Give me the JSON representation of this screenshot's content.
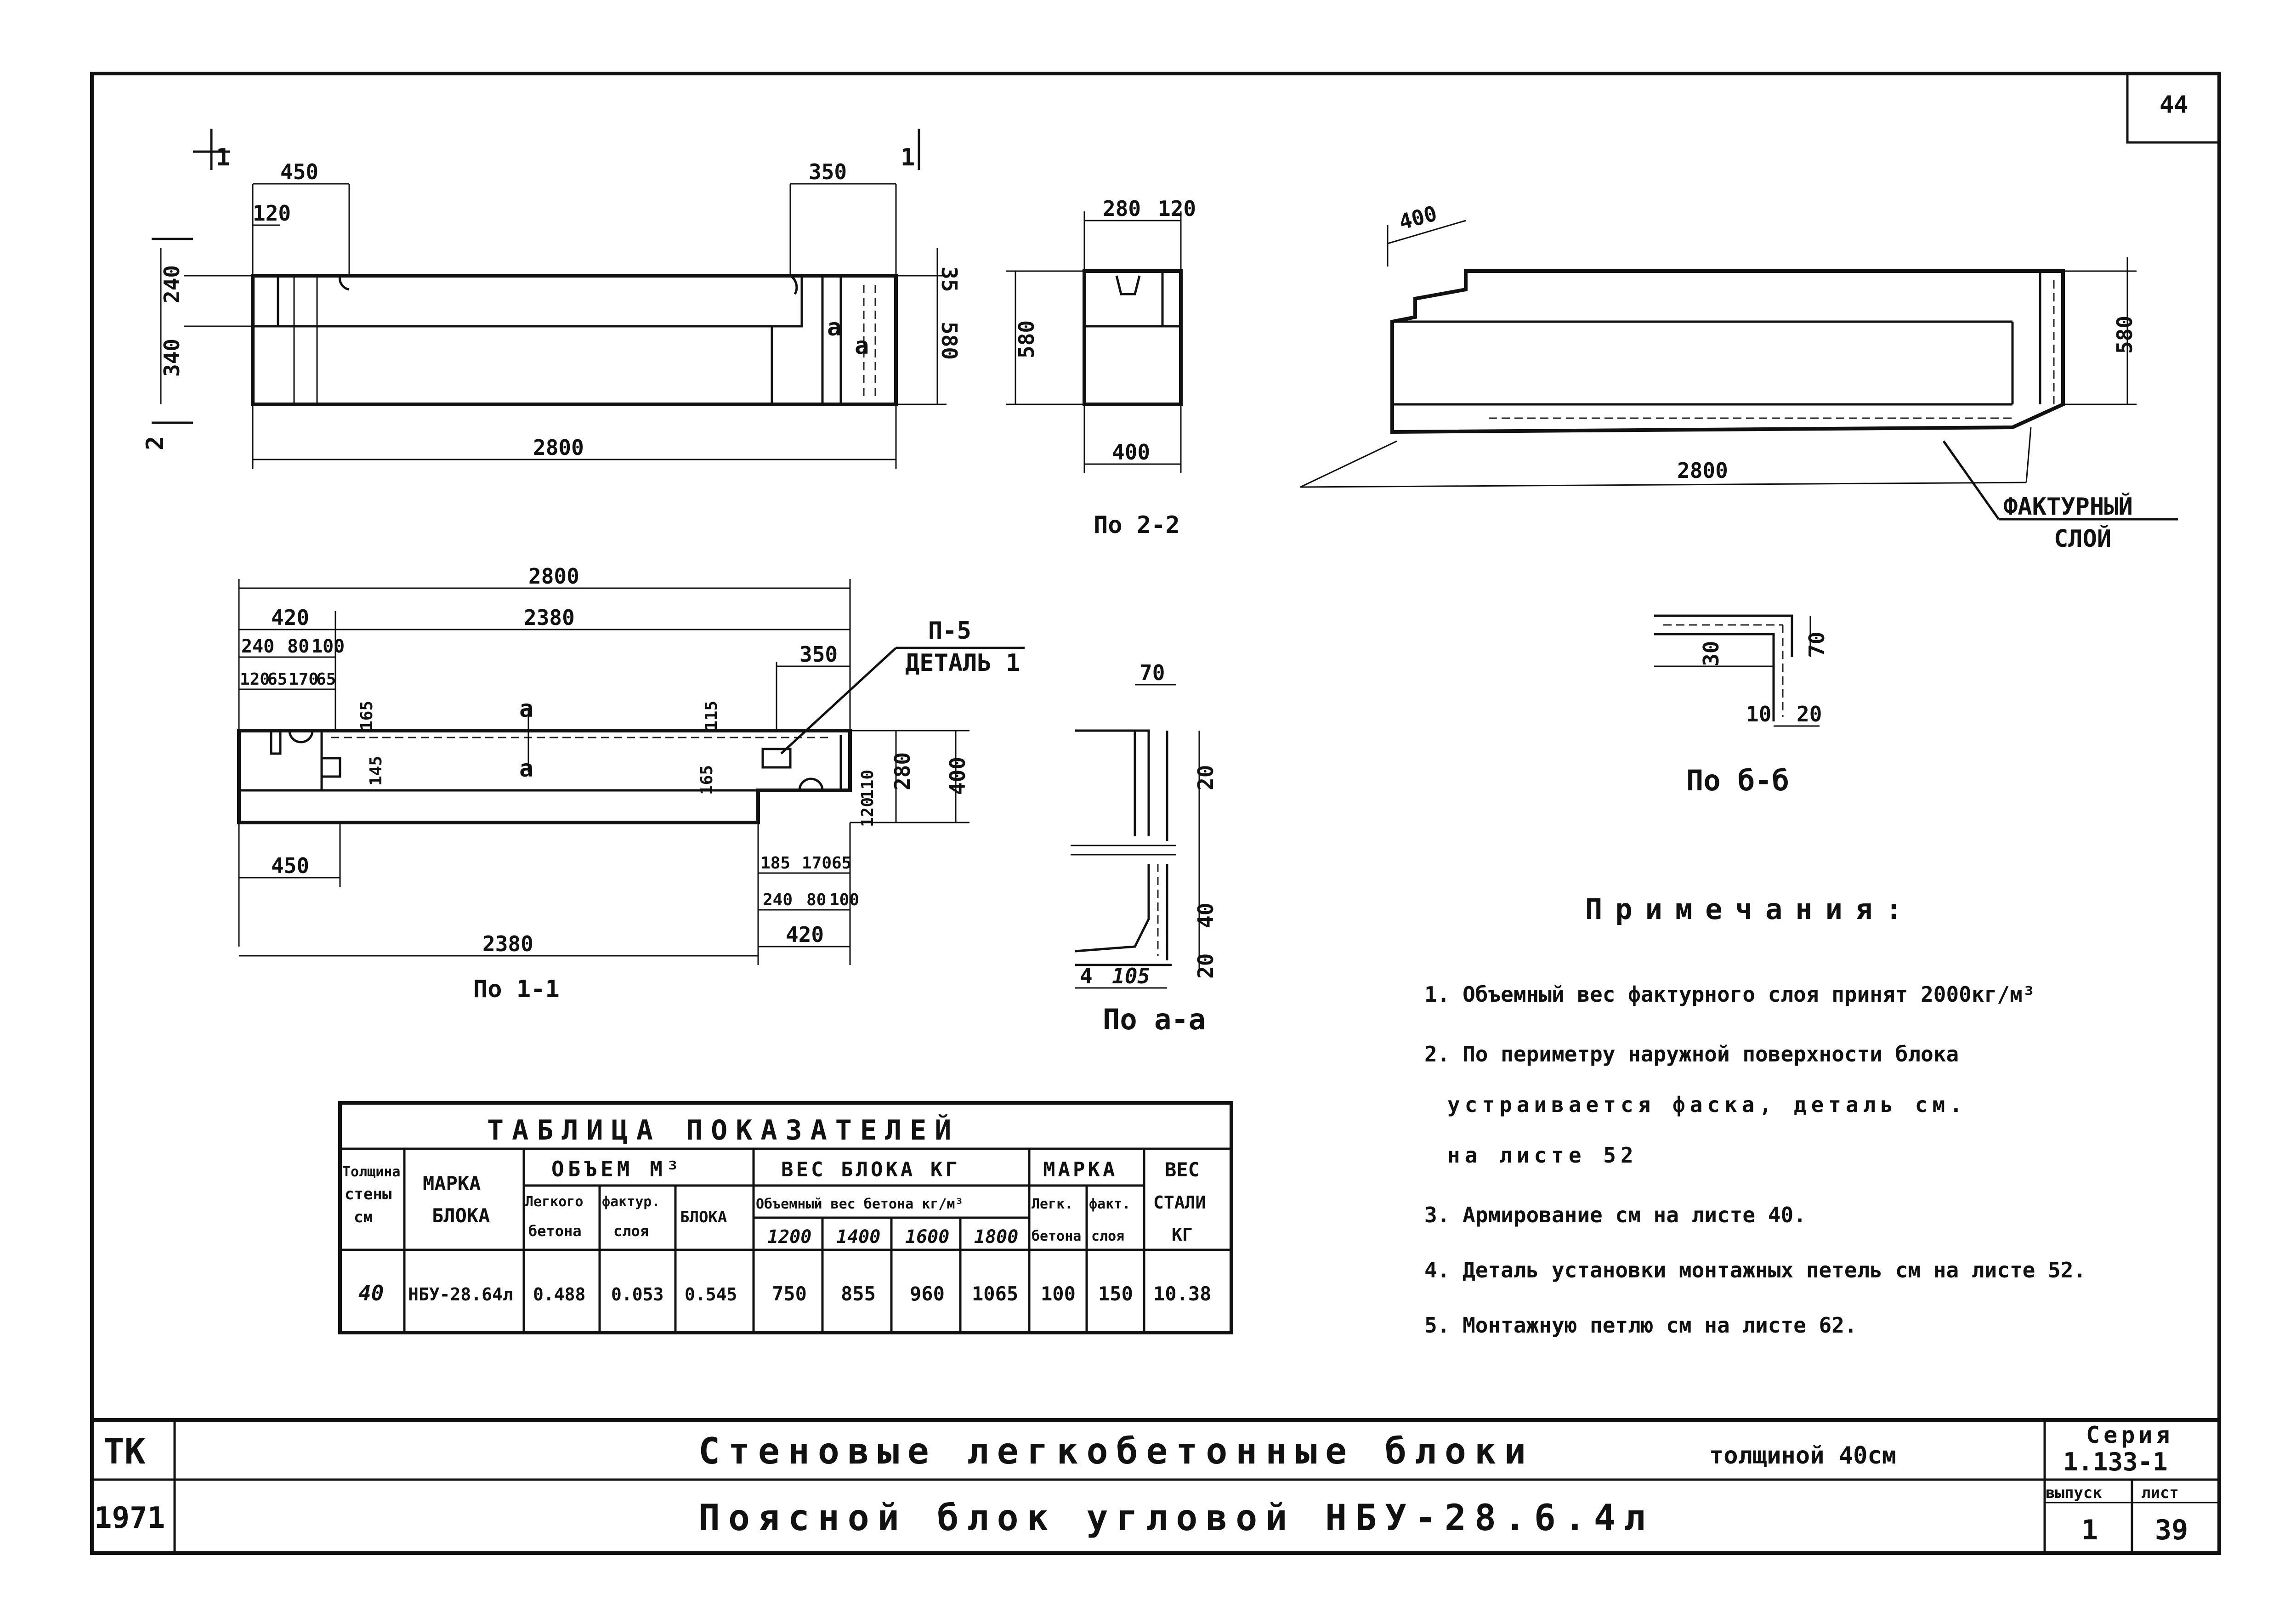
{
  "page": {
    "number": "44"
  },
  "elevation": {
    "section_mark_left": "1",
    "section_mark_right": "1",
    "section_mark_side": "2",
    "dims": {
      "d450": "450",
      "d350": "350",
      "d120": "120",
      "d35": "35",
      "d240": "240",
      "d340": "340",
      "d580": "580",
      "d2800": "2800",
      "mark_a": "a"
    }
  },
  "section22": {
    "caption": "По 2-2",
    "dims": {
      "d280": "280",
      "d120": "120",
      "d580": "580",
      "d400": "400"
    }
  },
  "iso": {
    "dims": {
      "d400": "400",
      "d580": "580",
      "d2800": "2800"
    },
    "layer_label_1": "ФАКТУРНЫЙ",
    "layer_label_2": "СЛОЙ"
  },
  "plan": {
    "caption": "По 1-1",
    "detail_1": "П-5",
    "detail_2": "ДЕТАЛЬ 1",
    "dims": {
      "d2800": "2800",
      "d420": "420",
      "d2380": "2380",
      "d240": "240",
      "d80": "80",
      "d100": "100",
      "d120": "120",
      "d65": "65",
      "d170": "170",
      "d350": "350",
      "d165": "165",
      "d115": "115",
      "d145": "145",
      "d110": "110",
      "d280": "280",
      "d400": "400",
      "d450": "450",
      "d185": "185",
      "d170b": "170",
      "d65b": "65",
      "d240b": "240",
      "d80b": "80",
      "d100b": "100",
      "d420b": "420",
      "d2380b": "2380",
      "mark_a": "a"
    }
  },
  "section_aa": {
    "caption": "По а-а",
    "dims": {
      "d70": "70",
      "d20a": "20",
      "d40": "40",
      "d20b": "20",
      "d4": "4",
      "d105": "105"
    }
  },
  "section_bb": {
    "caption": "По б-б",
    "dims": {
      "d30": "30",
      "d70": "70",
      "d10": "10",
      "d20": "20"
    }
  },
  "table": {
    "title": "ТАБЛИЦА ПОКАЗАТЕЛЕЙ",
    "h_thickness": [
      "Толщина",
      "стены",
      "см"
    ],
    "h_mark": [
      "МАРКА",
      "БЛОКА"
    ],
    "h_volume": "ОБЪЕМ М³",
    "h_vol_light": [
      "Легкого",
      "бетона"
    ],
    "h_vol_fact": [
      "фактур.",
      "слоя"
    ],
    "h_vol_block": "БЛОКА",
    "h_weight": "ВЕС БЛОКА КГ",
    "h_weight_sub": "Объемный вес бетона кг/м³",
    "h_w": [
      "1200",
      "1400",
      "1600",
      "1800"
    ],
    "h_grade": "МАРКА",
    "h_grade_light": [
      "Легк.",
      "бетона"
    ],
    "h_grade_fact": [
      "факт.",
      "слоя"
    ],
    "h_steel": [
      "ВЕС",
      "СТАЛИ",
      "КГ"
    ],
    "row": [
      "40",
      "НБУ-28.64л",
      "0.488",
      "0.053",
      "0.545",
      "750",
      "855",
      "960",
      "1065",
      "100",
      "150",
      "10.38"
    ]
  },
  "notes": {
    "title": "Примечания:",
    "items": [
      "1. Объемный вес фактурного слоя принят 2000кг/м³",
      "2. По периметру наружной поверхности блока",
      "устраивается фаска, деталь см.",
      "на листе 52",
      "3. Армирование см на листе 40.",
      "4. Деталь установки монтажных петель см на листе 52.",
      "5. Монтажную петлю см на листе 62."
    ]
  },
  "title_block": {
    "org": "ТК",
    "year": "1971",
    "title_1": "Стеновые легкобетонные блоки",
    "title_1b": "толщиной 40см",
    "title_2": "Поясной блок угловой НБУ-28.6.4л",
    "series_label": "Серия",
    "series_value": "1.133-1",
    "issue_label": "выпуск",
    "issue_value": "1",
    "sheet_label": "лист",
    "sheet_value": "39"
  }
}
